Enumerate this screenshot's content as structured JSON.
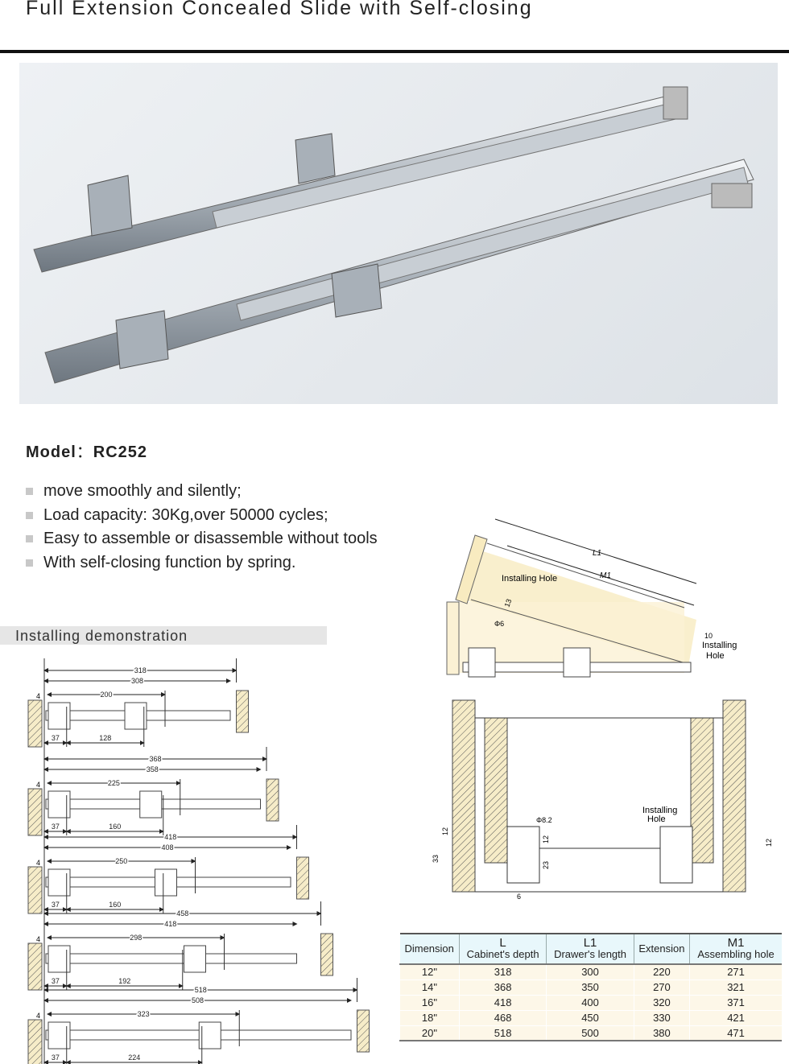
{
  "title": "Full Extension Concealed Slide with Self-closing",
  "model": {
    "label": "Model",
    "separator": "：",
    "value": "RC252"
  },
  "features": [
    " move smoothly and silently;",
    "Load capacity: 30Kg,over 50000 cycles;",
    "Easy to assemble or disassemble without tools",
    "With self-closing function by spring."
  ],
  "installing_demo": "Installing demonstration",
  "demo_rows": [
    {
      "L": 318,
      "L_minus": 308,
      "M": 200,
      "offset": 37,
      "N": 128,
      "gap": 4
    },
    {
      "L": 368,
      "L_minus": 358,
      "M": 225,
      "offset": 37,
      "N": 160,
      "gap": 4
    },
    {
      "L": 418,
      "L_minus": 408,
      "M": 250,
      "offset": 37,
      "N": 160,
      "gap": 4
    },
    {
      "L": 458,
      "L_minus": 418,
      "M": 298,
      "offset": 37,
      "N": 192,
      "gap": 4
    },
    {
      "L": 518,
      "L_minus": 508,
      "M": 323,
      "offset": 37,
      "N": 224,
      "gap": 4
    }
  ],
  "side_diagram": {
    "L1": "L1",
    "M1": "M1",
    "hole_label": "Installing Hole",
    "dim13": "13",
    "dia6": "Φ6",
    "dim10": "10",
    "hole_label2a": "Installing",
    "hole_label2b": "Hole"
  },
  "cross_section": {
    "hole_a": "Installing",
    "hole_b": "Hole",
    "dia": "Φ8.2",
    "d12a": "12",
    "d33": "33",
    "d12b": "12",
    "d23": "23",
    "d6": "6",
    "d12c": "12"
  },
  "table": {
    "headers": [
      {
        "top": "",
        "bottom": "Dimension"
      },
      {
        "top": "L",
        "bottom": "Cabinet's depth"
      },
      {
        "top": "L1",
        "bottom": "Drawer's length"
      },
      {
        "top": "",
        "bottom": "Extension"
      },
      {
        "top": "M1",
        "bottom": "Assembling hole"
      }
    ],
    "rows": [
      [
        "12\"",
        "318",
        "300",
        "220",
        "271"
      ],
      [
        "14\"",
        "368",
        "350",
        "270",
        "321"
      ],
      [
        "16\"",
        "418",
        "400",
        "320",
        "371"
      ],
      [
        "18\"",
        "468",
        "450",
        "330",
        "421"
      ],
      [
        "20\"",
        "518",
        "500",
        "380",
        "471"
      ]
    ]
  },
  "colors": {
    "wood": "#f6ecc8",
    "header": "#e8f7fb",
    "row": "#fdf7e8"
  }
}
